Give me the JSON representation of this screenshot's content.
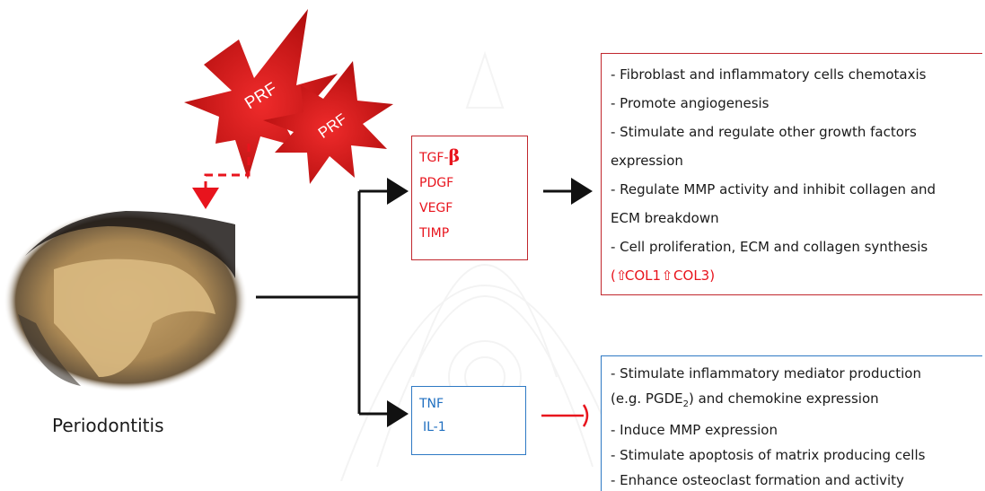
{
  "prf_labels": [
    "PRF",
    "PRF"
  ],
  "periodontitis_caption": "Periodontitis",
  "upregulated": {
    "factors": [
      "TGF-",
      "PDGF",
      "VEGF",
      "TIMP"
    ],
    "beta_symbol": "β"
  },
  "downregulated": {
    "factors": [
      "TNF",
      "IL-1"
    ]
  },
  "effects_positive": {
    "lines": [
      "- Fibroblast and inflammatory cells chemotaxis",
      "- Promote angiogenesis",
      "- Stimulate and regulate other growth factors",
      "expression",
      "- Regulate MMP activity and inhibit collagen and",
      "ECM breakdown",
      "- Cell proliferation, ECM and collagen synthesis"
    ],
    "collagen_open": "(",
    "col1": "COL1",
    "col3": "COL3)"
  },
  "effects_negative": {
    "line1": "- Stimulate inflammatory mediator production",
    "line2_prefix": "(e.g. PGDE",
    "line2_sub": "2",
    "line2_suffix": ") and chemokine expression",
    "lines": [
      "- Induce MMP expression",
      "- Stimulate apoptosis of matrix producing cells",
      "- Enhance osteoclast formation and activity"
    ]
  },
  "colors": {
    "red": "#e8141d",
    "blue": "#1f6fc0",
    "black": "#111111"
  }
}
